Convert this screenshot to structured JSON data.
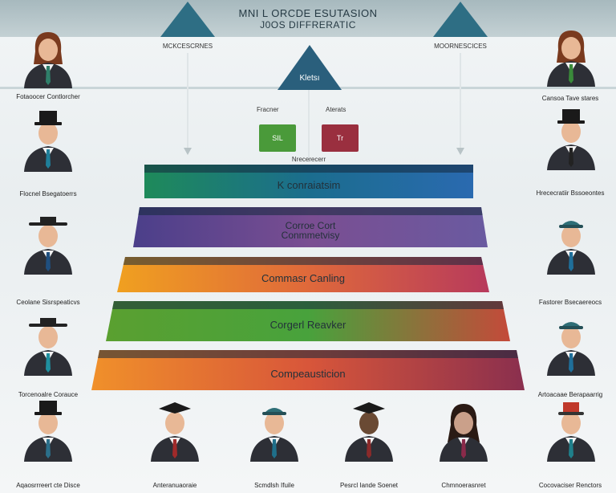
{
  "header": {
    "title_line1": "MNI L ORCDE ESUTASION",
    "title_line2": "J0OS DIFFRERATIC"
  },
  "triangles": {
    "left_caption": "MCKCESCRNES",
    "right_caption": "MOORNESCICES",
    "center_label": "Kletsı"
  },
  "center": {
    "left_caption": "Fracner",
    "right_caption": "Aterats",
    "green_flag": "SIL",
    "red_flag": "Tr",
    "flags_caption": "Nrecerecerr"
  },
  "tiers": [
    {
      "label": "K conraiatsim",
      "colors": [
        "#1e8a5a",
        "#1b6d8e",
        "#2a6ab0"
      ]
    },
    {
      "label": "Corroe Cort Conmmetvisy",
      "sub": "Corroe Cort",
      "colors": [
        "#4b3f8a",
        "#7a4e92",
        "#6a5aa0"
      ]
    },
    {
      "label": "Commasr Canling",
      "colors": [
        "#f0a020",
        "#e06a3a",
        "#b73a5c"
      ]
    },
    {
      "label": "Corgerl Reavker",
      "colors": [
        "#5aa030",
        "#48a23c",
        "#c44a3a"
      ]
    },
    {
      "label": "Compeausticion",
      "colors": [
        "#f0902a",
        "#d8563a",
        "#8a2f4e"
      ]
    }
  ],
  "left_people": [
    {
      "label": "Fotaoocer Contlorcher",
      "icon": "woman-professional-icon",
      "hat": "none",
      "tie": "#2f7f6a"
    },
    {
      "label": "Flocnel Bsegatoerrs",
      "icon": "man-tophat-icon",
      "hat": "tophat",
      "tie": "#1f7f9a"
    },
    {
      "label": "Ceolane Sisrspeaticvs",
      "icon": "man-flathat-icon",
      "hat": "flat",
      "tie": "#1f4f7f"
    },
    {
      "label": "Torcenoalre Corauce",
      "icon": "man-wideflat-icon",
      "hat": "flat",
      "tie": "#1f8f9f"
    },
    {
      "label": "Aqaosrrreert cte Disce",
      "icon": "man-tophat-icon",
      "hat": "tophat",
      "tie": "#2b6f8a"
    }
  ],
  "right_people": [
    {
      "label": "Cansoa Tave stares",
      "icon": "woman-professional-icon",
      "hat": "none",
      "tie": "#3a8a3a"
    },
    {
      "label": "Hrececratiir Bssoeontes",
      "icon": "man-tophat-icon",
      "hat": "tophat",
      "tie": "#222222"
    },
    {
      "label": "Fastorer Bsecaereocs",
      "icon": "man-cap-icon",
      "hat": "cap",
      "tie": "#1f6f9a"
    },
    {
      "label": "Artoacaae Berapaarrig",
      "icon": "man-cap-icon",
      "hat": "cap",
      "tie": "#1f6f9a"
    },
    {
      "label": "Cocovaciser Renctors",
      "icon": "man-redhat-icon",
      "hat": "red",
      "tie": "#1f7f8a"
    }
  ],
  "bottom_people": [
    {
      "label": "Anteranuaoraie",
      "icon": "man-graduate-icon",
      "tie": "#a02a2a"
    },
    {
      "label": "Scmdlsh Ifuile",
      "icon": "man-cap-icon",
      "tie": "#1f6f8a"
    },
    {
      "label": "Pesrcl Iande Soenet",
      "icon": "man-graduate-icon",
      "tie": "#8a2a2a"
    },
    {
      "label": "Chmnoerasnret",
      "icon": "woman-dark-icon",
      "tie": "#8a2a4a"
    }
  ]
}
